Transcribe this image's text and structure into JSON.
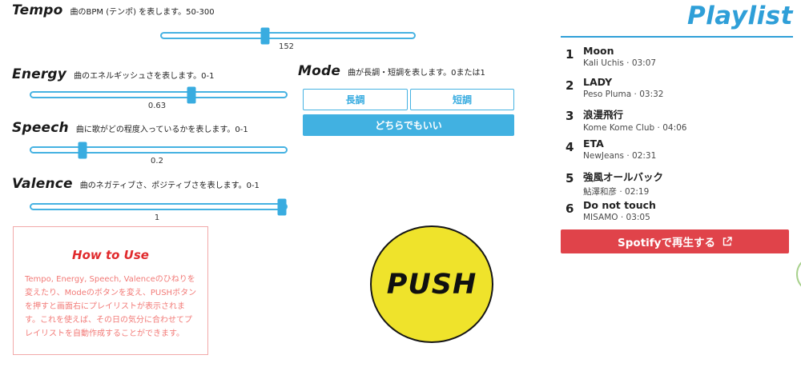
{
  "colors": {
    "slider_blue": "#45b2e2",
    "mode_blue": "#41b1e1",
    "playlist_blue": "#2f9fd8",
    "spotify_red": "#e0434a",
    "push_yellow": "#efe32b",
    "howto_title_red": "#e02a2c",
    "howto_body_red": "#f27a77"
  },
  "sliders": [
    {
      "name": "Tempo",
      "desc": "曲のBPM (テンポ) を表します。50-300",
      "value": "152",
      "thumb_left": "40.8%"
    },
    {
      "name": "Energy",
      "desc": "曲のエネルギッシュさを表します。0-1",
      "value": "0.63",
      "thumb_left": "63%"
    },
    {
      "name": "Speech",
      "desc": "曲に歌がどの程度入っているかを表します。0-1",
      "value": "0.2",
      "thumb_left": "20%"
    },
    {
      "name": "Valence",
      "desc": "曲のネガティブさ、ポジティブさを表します。0-1",
      "value": "1",
      "thumb_left": "98.4%"
    }
  ],
  "mode": {
    "name": "Mode",
    "desc": "曲が長調・短調を表します。0または1",
    "major_label": "長調",
    "minor_label": "短調",
    "either_label": "どちらでもいい"
  },
  "how_to_use": {
    "title": "How to Use",
    "body": "Tempo, Energy, Speech, Valenceのひねりを変えたり、Modeのボタンを変え、PUSHボタンを押すと画面右にプレイリストが表示されます。これを使えば、その日の気分に合わせてプレイリストを自動作成することができます。"
  },
  "push": {
    "label": "PUSH"
  },
  "playlist": {
    "title": "Playlist",
    "tracks": [
      {
        "num": "1",
        "title": "Moon",
        "meta": "Kali Uchis · 03:07"
      },
      {
        "num": "2",
        "title": "LADY",
        "meta": "Peso Pluma · 03:32"
      },
      {
        "num": "3",
        "title": "浪漫飛行",
        "meta": "Kome Kome Club · 04:06"
      },
      {
        "num": "4",
        "title": "ETA",
        "meta": "NewJeans · 02:31"
      },
      {
        "num": "5",
        "title": "強風オールバック",
        "meta": "鮎澤和彦 · 02:19"
      },
      {
        "num": "6",
        "title": "Do not touch",
        "meta": "MISAMO · 03:05"
      }
    ],
    "spotify_button_label": "Spotifyで再生する"
  }
}
